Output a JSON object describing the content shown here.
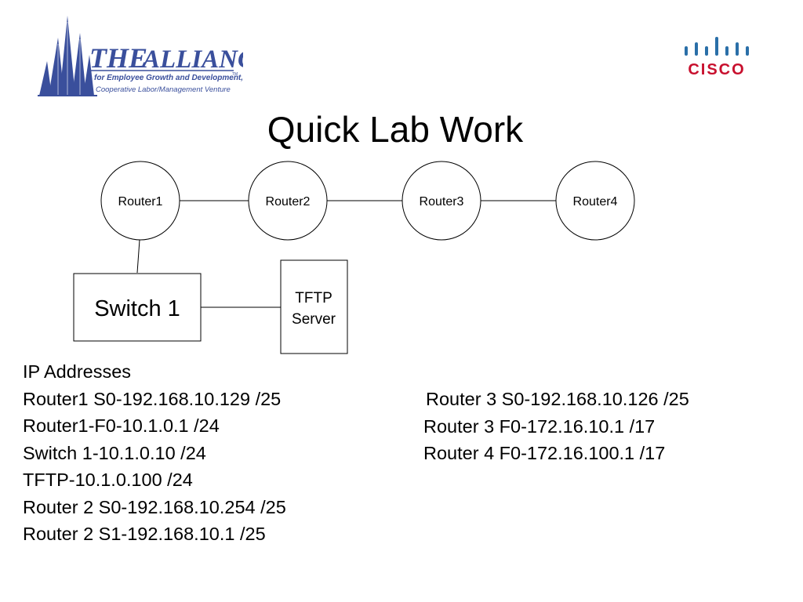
{
  "logos": {
    "alliance": {
      "name_part1": "THE",
      "name_part2": "ALLIANCE",
      "tagline": "for Employee Growth and Development, Inc.",
      "trademark": "TM",
      "subtitle": "Cooperative Labor/Management Venture",
      "color": "#3a4f9c"
    },
    "cisco": {
      "word": "CISCO",
      "color": "#c8102e",
      "bars_color": "#2a6fa8"
    }
  },
  "slide": {
    "title": "Quick Lab Work"
  },
  "diagram": {
    "routers": [
      "Router1",
      "Router2",
      "Router3",
      "Router4"
    ],
    "switch": "Switch 1",
    "tftp_line1": "TFTP",
    "tftp_line2": "Server"
  },
  "ip_addresses": {
    "heading": "IP Addresses",
    "left": [
      "Router1 S0-192.168.10.129 /25",
      "Router1-F0-10.1.0.1 /24",
      "Switch 1-10.1.0.10 /24",
      "TFTP-10.1.0.100 /24",
      "Router 2 S0-192.168.10.254 /25",
      "Router 2 S1-192.168.10.1 /25"
    ],
    "right": [
      "Router 3 S0-192.168.10.126 /25",
      "Router 3 F0-172.16.10.1 /17",
      "Router 4 F0-172.16.100.1 /17"
    ]
  }
}
